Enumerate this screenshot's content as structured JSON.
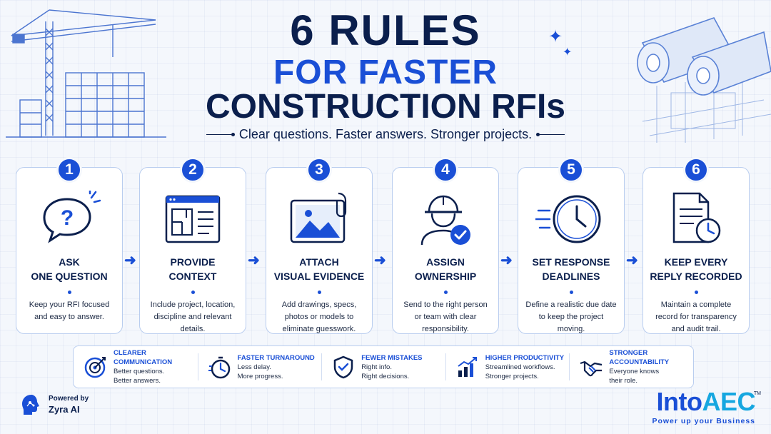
{
  "title": {
    "line1": "6 RULES",
    "line2": "FOR FASTER",
    "line3": "CONSTRUCTION RFIs",
    "subtitle": "Clear questions. Faster answers. Stronger projects."
  },
  "steps": [
    {
      "number": "1",
      "title_1": "ASK",
      "title_2": "ONE QUESTION",
      "desc_1": "Keep your RFI focused",
      "desc_2": "and easy to answer.",
      "desc_3": "",
      "icon": "question-bubble-icon"
    },
    {
      "number": "2",
      "title_1": "PROVIDE",
      "title_2": "CONTEXT",
      "desc_1": "Include project, location,",
      "desc_2": "discipline and relevant",
      "desc_3": "details.",
      "icon": "floorplan-window-icon"
    },
    {
      "number": "3",
      "title_1": "ATTACH",
      "title_2": "VISUAL EVIDENCE",
      "desc_1": "Add drawings, specs,",
      "desc_2": "photos or models to",
      "desc_3": "eliminate guesswork.",
      "icon": "image-attachment-icon"
    },
    {
      "number": "4",
      "title_1": "ASSIGN",
      "title_2": "OWNERSHIP",
      "desc_1": "Send to the right person",
      "desc_2": "or team with clear",
      "desc_3": "responsibility.",
      "icon": "worker-check-icon"
    },
    {
      "number": "5",
      "title_1": "SET RESPONSE",
      "title_2": "DEADLINES",
      "desc_1": "Define a realistic due date",
      "desc_2": "to keep the project",
      "desc_3": "moving.",
      "icon": "clock-icon"
    },
    {
      "number": "6",
      "title_1": "KEEP EVERY",
      "title_2": "REPLY RECORDED",
      "desc_1": "Maintain a complete",
      "desc_2": "record for transparency",
      "desc_3": "and audit trail.",
      "icon": "document-history-icon"
    }
  ],
  "benefits": [
    {
      "title": "CLEARER COMMUNICATION",
      "line1": "Better questions.",
      "line2": "Better answers.",
      "icon": "target-icon"
    },
    {
      "title": "FASTER TURNAROUND",
      "line1": "Less delay.",
      "line2": "More progress.",
      "icon": "stopwatch-icon"
    },
    {
      "title": "FEWER MISTAKES",
      "line1": "Right info.",
      "line2": "Right decisions.",
      "icon": "shield-check-icon"
    },
    {
      "title": "HIGHER PRODUCTIVITY",
      "line1": "Streamlined workflows.",
      "line2": "Stronger projects.",
      "icon": "bar-chart-icon"
    },
    {
      "title": "STRONGER ACCOUNTABILITY",
      "line1": "Everyone knows",
      "line2": "their role.",
      "icon": "handshake-icon"
    }
  ],
  "footer": {
    "powered_label": "Powered by",
    "powered_name": "Zyra AI",
    "brand_part1": "Into",
    "brand_part2": "AEC",
    "brand_tm": "TM",
    "brand_tagline": "Power up your Business"
  },
  "colors": {
    "navy": "#0b1f4d",
    "accent_blue": "#1a4fd6",
    "light_blue": "#16a7e0",
    "card_border": "#b9cdef"
  }
}
